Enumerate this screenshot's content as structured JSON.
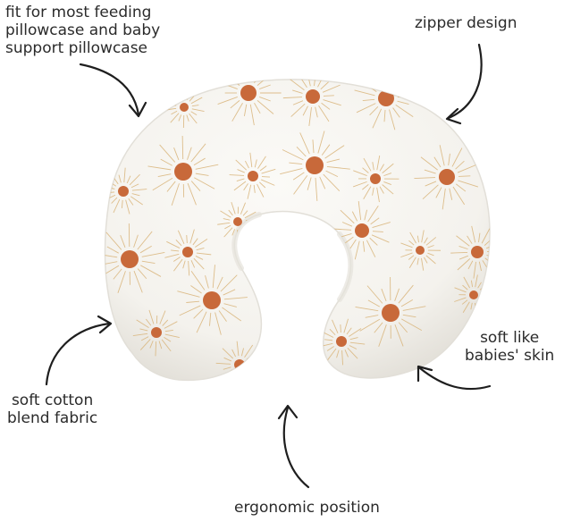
{
  "callouts": {
    "pillowcase": {
      "line1": "fit for most feeding",
      "line2": "pillowcase and baby",
      "line3": "support pillowcase"
    },
    "zipper": {
      "line1": "zipper design"
    },
    "cotton": {
      "line1": "soft cotton",
      "line2": "blend fabric"
    },
    "skin": {
      "line1": "soft like",
      "line2": "babies' skin"
    },
    "ergonomic": {
      "line1": "ergonomic position"
    }
  },
  "colors": {
    "pillow": "#f7f6f2",
    "pillow_shade": "#e9e7e1",
    "sun_core": "#c8693a",
    "sun_ray": "#d9b47a",
    "arrow": "#1e1e1e",
    "text": "#2b2b2b"
  }
}
